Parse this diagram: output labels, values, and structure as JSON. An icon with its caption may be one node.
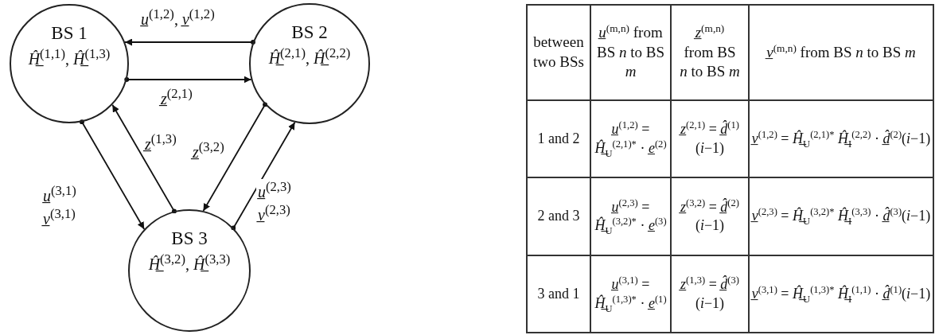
{
  "diagram": {
    "nodes": [
      {
        "text": [
          "BS 1",
          "*Ĥ̲*$^{(1,1)}$, *Ĥ̲*$^{(1,3)}$"
        ]
      },
      {
        "text": [
          "BS 2",
          "*Ĥ̲*$^{(2,1)}$, *Ĥ̲*$^{(2,2)}$"
        ]
      },
      {
        "text": [
          "BS 3",
          "*Ĥ̲*$^{(3,2)}$, *Ĥ̲*$^{(3,3)}$"
        ]
      }
    ],
    "edges": [
      {
        "from": 1,
        "to": 0,
        "arrow": "to",
        "label": "*u̲*$^{(1,2)}$, *v̲*$^{(1,2)}$"
      },
      {
        "from": 0,
        "to": 1,
        "arrow": "to",
        "label": "*z̲*$^{(2,1)}$"
      },
      {
        "from": 0,
        "to": 2,
        "arrow": "to",
        "label": "*u̲*$^{(3,1)}$ *v̲*$^{(3,1)}$"
      },
      {
        "from": 2,
        "to": 0,
        "arrow": "to",
        "label": "*z̲*$^{(1,3)}$"
      },
      {
        "from": 1,
        "to": 2,
        "arrow": "to",
        "label": "*z̲*$^{(3,2)}$"
      },
      {
        "from": 2,
        "to": 1,
        "arrow": "to",
        "label": "*u̲*$^{(2,3)}$ *v̲*$^{(2,3)}$"
      }
    ],
    "labels": [
      "between two BSs",
      "*u̲*$^{(m,n)}$ from BS *n* to BS *m*",
      "*z̲*$^{(m,n)}$ from BS *n* to BS *m*",
      "*v̲*$^{(m,n)}$ from BS *n* to BS *m*",
      "1 and 2",
      "*u̲*$^{(1,2)}$ = *Ĥ̲*$_{U}$$^{(2,1)*}$ · *e̲*$^{(2)}$",
      "*z̲*$^{(2,1)}$ = *d̲̂*$^{(1)}$(*i*−1)",
      "*v̲*$^{(1,2)}$ = *Ĥ̲*$_{U}$$^{(2,1)*}$ *Ĥ̲*$_{I}$$^{(2,2)}$ · *d̲̂*$^{(2)}$(*i*−1)",
      "2 and 3",
      "*u̲*$^{(2,3)}$ = *Ĥ̲*$_{U}$$^{(3,2)*}$ · *e̲*$^{(3)}$",
      "*z̲*$^{(3,2)}$ = *d̲̂*$^{(2)}$(*i*−1)",
      "*v̲*$^{(2,3)}$ = *Ĥ̲*$_{U}$$^{(3,2)*}$ *Ĥ̲*$_{I}$$^{(3,3)}$ · *d̲̂*$^{(3)}$(*i*−1)",
      "3 and 1",
      "*u̲*$^{(3,1)}$ = *Ĥ̲*$_{U}$$^{(1,3)*}$ · *e̲*$^{(1)}$",
      "*z̲*$^{(1,3)}$ = *d̲̂*$^{(3)}$(*i*−1)",
      "*v̲*$^{(3,1)}$ = *Ĥ̲*$_{U}$$^{(1,3)*}$ *Ĥ̲*$_{I}$$^{(1,1)}$ · *d̲̂*$^{(1)}$(*i*−1)"
    ]
  }
}
